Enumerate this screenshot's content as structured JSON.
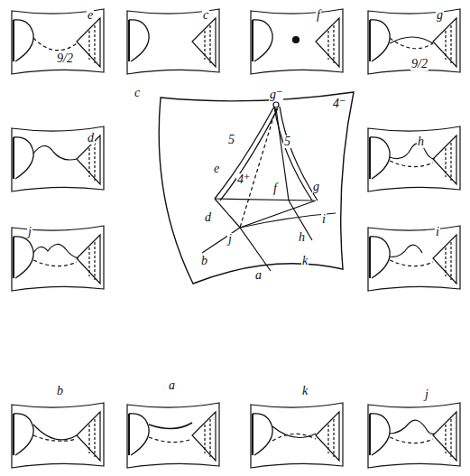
{
  "diagram": {
    "labels": [
      "e",
      "9/2",
      "c",
      "f",
      "g",
      "9/2",
      "c",
      "g⁻",
      "4⁻",
      "d",
      "h",
      "5",
      "5",
      "e",
      "4⁺",
      "f",
      "g",
      "d",
      "i",
      "j",
      "i",
      "j",
      "h",
      "b",
      "a",
      "k",
      "b",
      "a",
      "k",
      "j"
    ]
  }
}
